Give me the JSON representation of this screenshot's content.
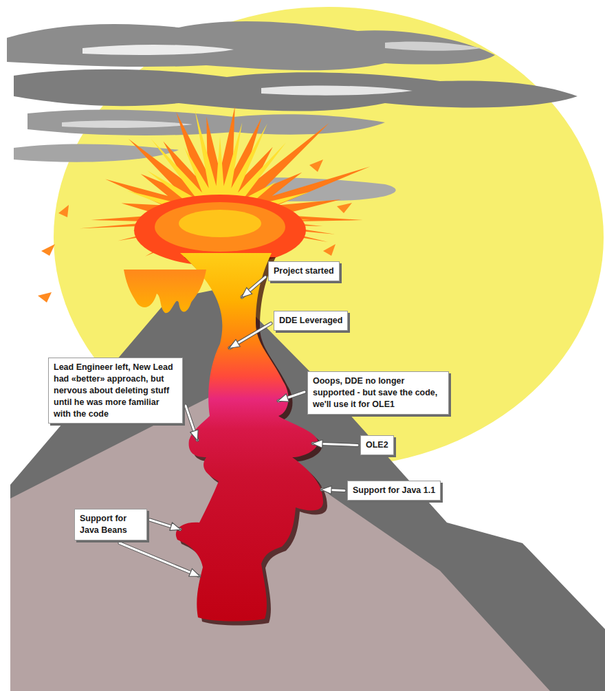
{
  "diagram": {
    "nodes": [
      {
        "text": [
          "Project started"
        ]
      },
      {
        "text": [
          "DDE Leveraged"
        ]
      },
      {
        "text": [
          "Lead Engineer left, New Lead had «better» approach, but nervous about deleting stuff until he was more familiar with the code"
        ]
      },
      {
        "text": [
          "Ooops, DDE no longer supported - but save the code, we'll use it for OLE1"
        ]
      },
      {
        "text": [
          "OLE2"
        ]
      },
      {
        "text": [
          "Support for Java 1.1"
        ]
      },
      {
        "text": [
          "Support for Java Beans"
        ]
      }
    ]
  }
}
